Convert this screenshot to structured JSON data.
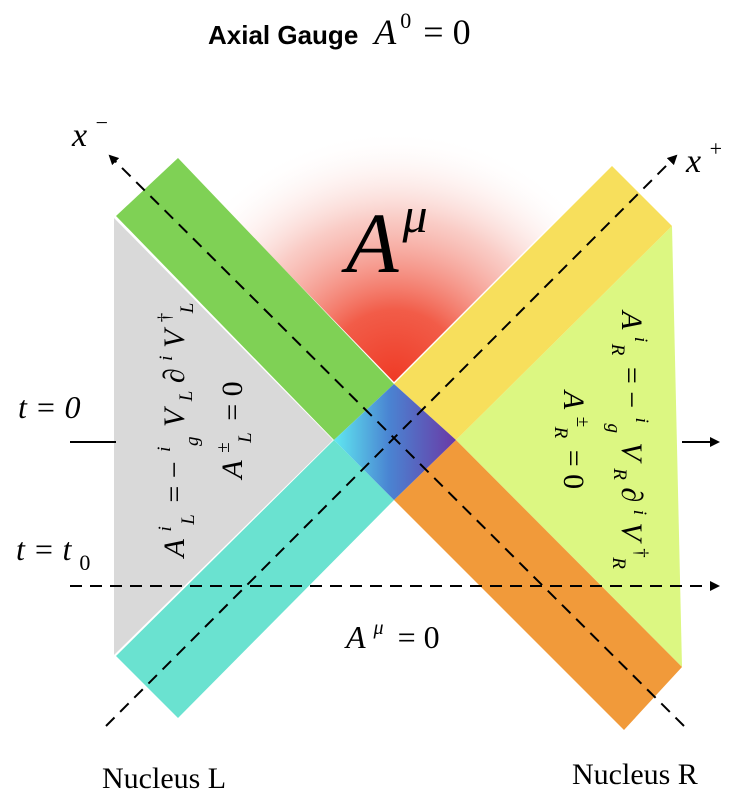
{
  "title": {
    "bold_text": "Axial Gauge",
    "equation": {
      "symbol": "A",
      "superscript": "0",
      "rhs": "= 0"
    }
  },
  "axes": {
    "x_minus": {
      "base": "x",
      "sup": "−"
    },
    "x_plus": {
      "base": "x",
      "sup": "+"
    },
    "t_zero": "t = 0",
    "t_t0": {
      "text": "t = t",
      "sub": "0"
    }
  },
  "regions": {
    "top": {
      "symbol": "A",
      "sup": "μ"
    },
    "bottom": {
      "symbol": "A",
      "sup": "μ",
      "rhs": "= 0"
    },
    "left": {
      "line1": {
        "A": "A",
        "sub": "L",
        "sup": "i",
        "rhs_pre": "= −",
        "frac_num": "i",
        "frac_den": "g",
        "V": "V",
        "V_sub": "L",
        "d": "∂",
        "d_sup": "i",
        "Vd": "V",
        "Vd_sub": "L",
        "Vd_sup": "†"
      },
      "line2": {
        "A": "A",
        "sub": "L",
        "sup": "±",
        "rhs": "= 0"
      }
    },
    "right": {
      "line1": {
        "A": "A",
        "sub": "R",
        "sup": "i",
        "rhs_pre": "= −",
        "frac_num": "i",
        "frac_den": "g",
        "V": "V",
        "V_sub": "R",
        "d": "∂",
        "d_sup": "i",
        "Vd": "V",
        "Vd_sub": "R",
        "Vd_sup": "†"
      },
      "line2": {
        "A": "A",
        "sub": "R",
        "sup": "±",
        "rhs": "= 0"
      }
    }
  },
  "labels": {
    "nucleus_left": "Nucleus L",
    "nucleus_right": "Nucleus R"
  },
  "colors": {
    "green_band": "#7fd155",
    "yellow_band": "#f7df5c",
    "cyan_band": "#6ae2d0",
    "orange_band": "#f19a3a",
    "left_region": "#d9d9d9",
    "right_region": "#dcf782",
    "top_glow": "#ef3b26"
  }
}
